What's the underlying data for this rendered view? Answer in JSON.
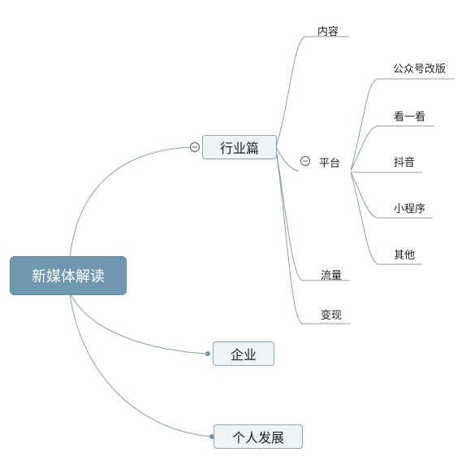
{
  "root": {
    "label": "新媒体解读"
  },
  "industry": {
    "label": "行业篇",
    "children": {
      "content": "内容",
      "platform": {
        "label": "平台",
        "children": [
          "公众号改版",
          "看一看",
          "抖音",
          "小程序",
          "其他"
        ]
      },
      "traffic": "流量",
      "monetize": "变现"
    }
  },
  "enterprise": {
    "label": "企业"
  },
  "personal": {
    "label": "个人发展"
  },
  "colors": {
    "root": "#6f97b0",
    "line": "#8d9ea8",
    "border": "#8aa8b8"
  }
}
